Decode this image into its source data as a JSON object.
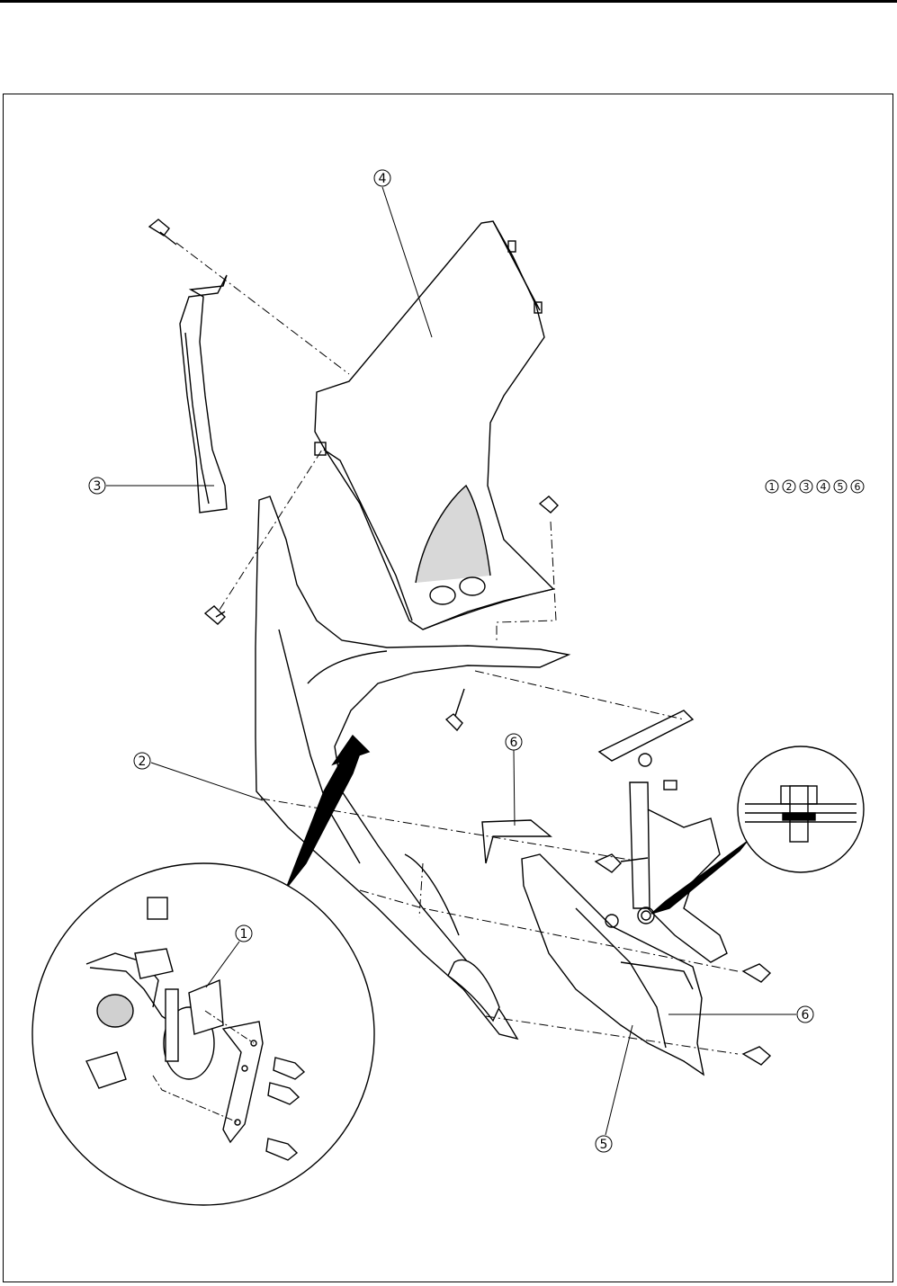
{
  "callouts": [
    {
      "id": "c1",
      "number": "1"
    },
    {
      "id": "c2",
      "number": "2"
    },
    {
      "id": "c3",
      "number": "3"
    },
    {
      "id": "c4",
      "number": "4"
    },
    {
      "id": "c5",
      "number": "5"
    },
    {
      "id": "c6a",
      "number": "6"
    },
    {
      "id": "c6b",
      "number": "6"
    }
  ],
  "legend": [
    "1",
    "2",
    "3",
    "4",
    "5",
    "6"
  ],
  "colors": {
    "line": "#000000",
    "fill": "#ffffff",
    "shade": "#cfcfcf",
    "background": "#ffffff"
  }
}
